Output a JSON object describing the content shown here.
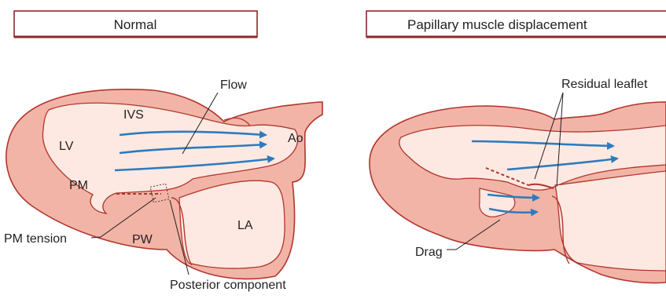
{
  "panels": {
    "normal": {
      "title": "Normal",
      "labels": {
        "ivs": "IVS",
        "lv": "LV",
        "flow": "Flow",
        "ao": "Ao",
        "pm": "PM",
        "la": "LA",
        "pw": "PW",
        "pm_tension": "PM tension",
        "posterior_component": "Posterior component"
      }
    },
    "displacement": {
      "title": "Papillary muscle displacement",
      "labels": {
        "residual_leaflet": "Residual leaflet",
        "drag": "Drag"
      }
    }
  },
  "colors": {
    "wall_fill": "#f2b4a6",
    "wall_stroke": "#b0362e",
    "cavity_fill": "#fde9e1",
    "arrow": "#2d7bc0",
    "title_box_border": "#8a2a2a",
    "leaflet_dash": "#a33a32"
  }
}
